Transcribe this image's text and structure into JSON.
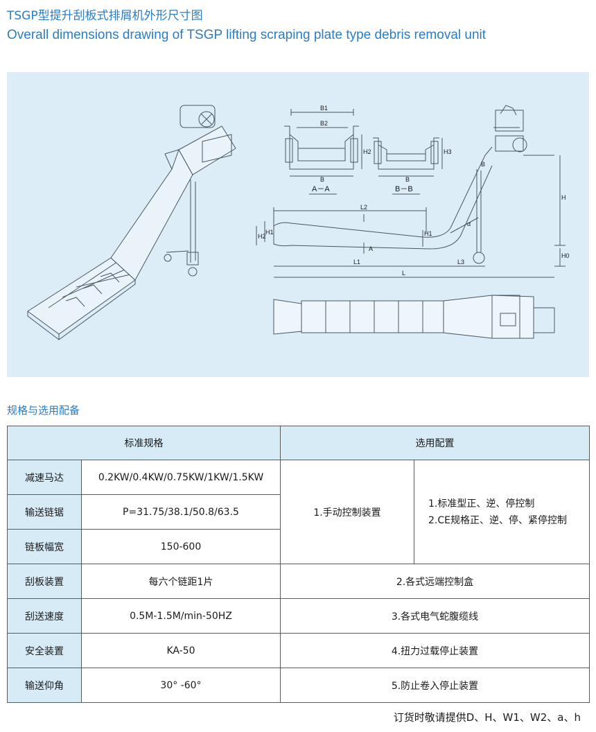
{
  "header": {
    "title_cn": "TSGP型提升刮板式排屑机外形尺寸图",
    "title_en": "Overall dimensions drawing of TSGP lifting scraping plate type debris removal unit"
  },
  "drawing": {
    "section_aa": "A－A",
    "section_bb": "B－B",
    "dim_b1": "B1",
    "dim_b2": "B2",
    "dim_b": "B",
    "dim_h2": "H2",
    "dim_h3": "H3",
    "dim_h1": "H1",
    "dim_h": "H",
    "dim_h0": "H0",
    "dim_l": "L",
    "dim_l1": "L1",
    "dim_l2": "L2",
    "dim_l3": "L3",
    "dim_alpha": "α",
    "dim_a": "A",
    "dim_b_arrow": "B"
  },
  "spec_section_title": "规格与选用配备",
  "spec_table": {
    "header_standard": "标准规格",
    "header_optional": "选用配置",
    "rows": [
      {
        "label": "减速马达",
        "value": "0.2KW/0.4KW/0.75KW/1KW/1.5KW"
      },
      {
        "label": "输送链锯",
        "value": "P=31.75/38.1/50.8/63.5"
      },
      {
        "label": "链板幅宽",
        "value": "150-600"
      },
      {
        "label": "刮板装置",
        "value": "每六个链距1片"
      },
      {
        "label": "刮送速度",
        "value": "0.5M-1.5M/min-50HZ"
      },
      {
        "label": "安全装置",
        "value": "KA-50"
      },
      {
        "label": "输送仰角",
        "value": "30° -60°"
      }
    ],
    "option_manual": "1.手动控制装置",
    "option_manual_detail_1": "1.标准型正、逆、停控制",
    "option_manual_detail_2": "2.CE规格正、逆、停、紧停控制",
    "options": [
      "2.各式远端控制盒",
      "3.各式电气蛇腹缆线",
      "4.扭力过载停止装置",
      "5.防止卷入停止装置"
    ]
  },
  "footnote": "订货时敬请提供D、H、W1、W2、a、h",
  "colors": {
    "title_blue": "#2b7cc1",
    "panel_bg": "#dcedf7",
    "header_bg": "#d7ebf7",
    "line": "#4a5560"
  }
}
